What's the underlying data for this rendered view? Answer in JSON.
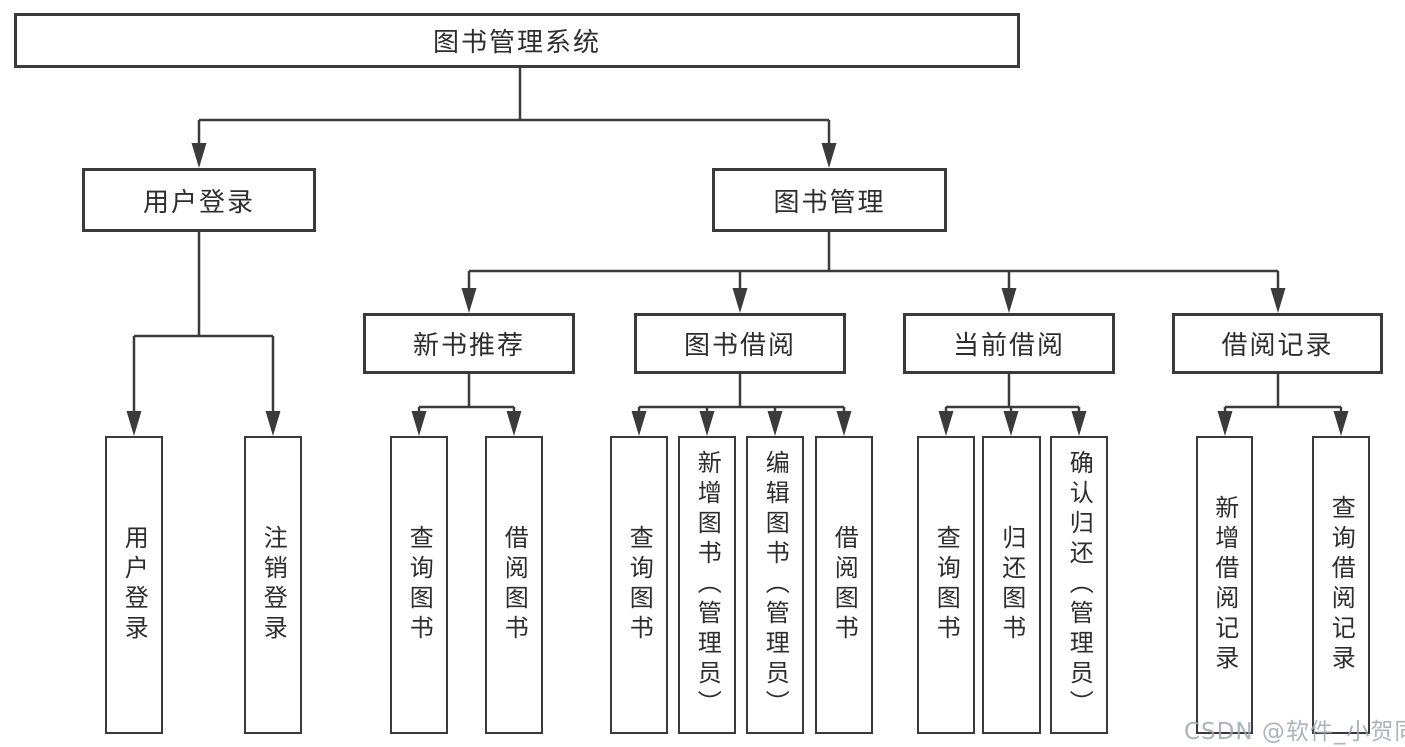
{
  "diagram_title": "图书管理系统",
  "colors": {
    "background": "#ffffff",
    "line": "#3b3b3b",
    "box_border": "#3a3a3a",
    "text": "#2d2d2d",
    "watermark": "#9ca6b2"
  },
  "tree": {
    "root": {
      "label": "图书管理系统"
    },
    "branches": [
      {
        "label": "用户登录",
        "children": [
          "用户登录",
          "注销登录"
        ]
      },
      {
        "label": "图书管理",
        "groups": [
          {
            "label": "新书推荐",
            "children": [
              "查询图书",
              "借阅图书"
            ]
          },
          {
            "label": "图书借阅",
            "children": [
              "查询图书",
              "新增图书（管理员）",
              "编辑图书（管理员）",
              "借阅图书"
            ]
          },
          {
            "label": "当前借阅",
            "children": [
              "查询图书",
              "归还图书",
              "确认归还（管理员）"
            ]
          },
          {
            "label": "借阅记录",
            "children": [
              "新增借阅记录",
              "查询借阅记录"
            ]
          }
        ]
      }
    ]
  },
  "watermark": {
    "text": "CSDN @软件_小贺同学"
  }
}
